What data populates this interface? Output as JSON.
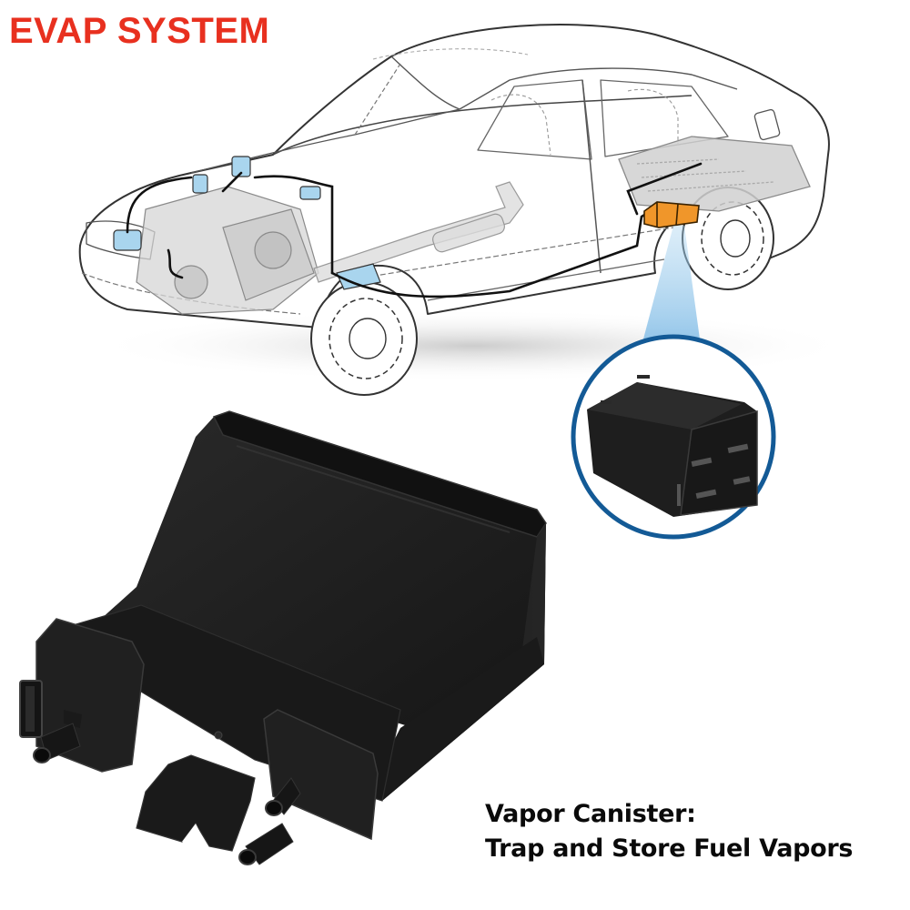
{
  "header": {
    "title": "EVAP SYSTEM",
    "title_color": "#e8301f"
  },
  "illustration": {
    "subject": "sedan-cutaway-evap-diagram",
    "highlight_component": "vapor-canister",
    "highlight_color": "#f0962a",
    "callout_beam_color": "#a9d3ef",
    "inset_ring_color": "#135a96"
  },
  "product": {
    "subject": "vapor-canister-photo",
    "body_color": "#1c1c1c"
  },
  "caption": {
    "line1": "Vapor Canister:",
    "line2": "Trap and Store Fuel Vapors"
  }
}
